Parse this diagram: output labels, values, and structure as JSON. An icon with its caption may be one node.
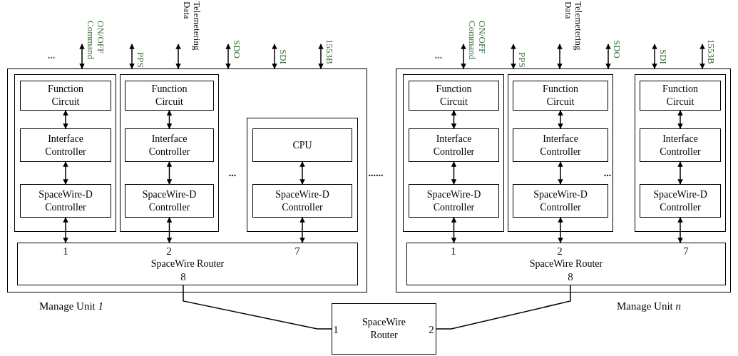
{
  "diagram": {
    "nodes": [
      {
        "text": [
          "Manage Unit *1*"
        ]
      },
      {
        "text": [],
        "shape": "box",
        "in": 0
      },
      {
        "text": [
          "Function Circuit"
        ],
        "in": 1
      },
      {
        "text": [
          "Interface Controller"
        ],
        "in": 1
      },
      {
        "text": [
          "SpaceWire-D Controller"
        ],
        "in": 1
      },
      {
        "text": [],
        "shape": "box",
        "in": 0
      },
      {
        "text": [
          "Function Circuit"
        ],
        "in": 5
      },
      {
        "text": [
          "Interface Controller"
        ],
        "in": 5
      },
      {
        "text": [
          "SpaceWire-D Controller"
        ],
        "in": 5
      },
      {
        "text": [],
        "shape": "box",
        "in": 0
      },
      {
        "text": [
          "CPU"
        ],
        "in": 9
      },
      {
        "text": [
          "SpaceWire-D Controller"
        ],
        "in": 9
      },
      {
        "text": [
          "SpaceWire Router"
        ],
        "in": 0
      },
      {
        "text": [
          "Manage Unit *n*"
        ]
      },
      {
        "text": [],
        "shape": "box",
        "in": 13
      },
      {
        "text": [
          "Function Circuit"
        ],
        "in": 14
      },
      {
        "text": [
          "Interface Controller"
        ],
        "in": 14
      },
      {
        "text": [
          "SpaceWire-D Controller"
        ],
        "in": 14
      },
      {
        "text": [],
        "shape": "box",
        "in": 13
      },
      {
        "text": [
          "Function Circuit"
        ],
        "in": 18
      },
      {
        "text": [
          "Interface Controller"
        ],
        "in": 18
      },
      {
        "text": [
          "SpaceWire-D Controller"
        ],
        "in": 18
      },
      {
        "text": [],
        "shape": "box",
        "in": 13
      },
      {
        "text": [
          "Function Circuit"
        ],
        "in": 22
      },
      {
        "text": [
          "Interface Controller"
        ],
        "in": 22
      },
      {
        "text": [
          "SpaceWire-D Controller"
        ],
        "in": 22
      },
      {
        "text": [
          "SpaceWire Router"
        ],
        "in": 13
      },
      {
        "text": [
          "SpaceWire Router"
        ]
      }
    ],
    "edges": [
      {
        "from": null,
        "to": 0,
        "arrow": "both",
        "label": "ON/OFF Command"
      },
      {
        "from": null,
        "to": 0,
        "arrow": "both",
        "label": "PPS"
      },
      {
        "from": null,
        "to": 0,
        "arrow": "both",
        "label": "Telemetering Data"
      },
      {
        "from": null,
        "to": 0,
        "arrow": "both",
        "label": "SDO"
      },
      {
        "from": null,
        "to": 0,
        "arrow": "both",
        "label": "SDI"
      },
      {
        "from": null,
        "to": 0,
        "arrow": "both",
        "label": "1553B"
      },
      {
        "from": null,
        "to": 13,
        "arrow": "both",
        "label": "ON/OFF Command"
      },
      {
        "from": null,
        "to": 13,
        "arrow": "both",
        "label": "PPS"
      },
      {
        "from": null,
        "to": 13,
        "arrow": "both",
        "label": "Telemetering Data"
      },
      {
        "from": null,
        "to": 13,
        "arrow": "both",
        "label": "SDO"
      },
      {
        "from": null,
        "to": 13,
        "arrow": "both",
        "label": "SDI"
      },
      {
        "from": null,
        "to": 13,
        "arrow": "both",
        "label": "1553B"
      },
      {
        "from": 2,
        "to": 3,
        "arrow": "both"
      },
      {
        "from": 3,
        "to": 4,
        "arrow": "both"
      },
      {
        "from": 4,
        "to": 12,
        "arrow": "both"
      },
      {
        "from": 6,
        "to": 7,
        "arrow": "both"
      },
      {
        "from": 7,
        "to": 8,
        "arrow": "both"
      },
      {
        "from": 8,
        "to": 12,
        "arrow": "both"
      },
      {
        "from": 10,
        "to": 11,
        "arrow": "both"
      },
      {
        "from": 11,
        "to": 12,
        "arrow": "both"
      },
      {
        "from": 15,
        "to": 16,
        "arrow": "both"
      },
      {
        "from": 16,
        "to": 17,
        "arrow": "both"
      },
      {
        "from": 17,
        "to": 26,
        "arrow": "both"
      },
      {
        "from": 19,
        "to": 20,
        "arrow": "both"
      },
      {
        "from": 20,
        "to": 21,
        "arrow": "both"
      },
      {
        "from": 21,
        "to": 26,
        "arrow": "both"
      },
      {
        "from": 23,
        "to": 24,
        "arrow": "both"
      },
      {
        "from": 24,
        "to": 25,
        "arrow": "both"
      },
      {
        "from": 25,
        "to": 26,
        "arrow": "both"
      },
      {
        "from": 12,
        "to": 27,
        "arrow": "none"
      },
      {
        "from": 26,
        "to": 27,
        "arrow": "none"
      }
    ],
    "labels": [
      "...",
      "...",
      "...",
      "......",
      "...",
      "1",
      "2",
      "7",
      "8",
      "1",
      "2",
      "7",
      "8",
      "1",
      "2"
    ]
  }
}
